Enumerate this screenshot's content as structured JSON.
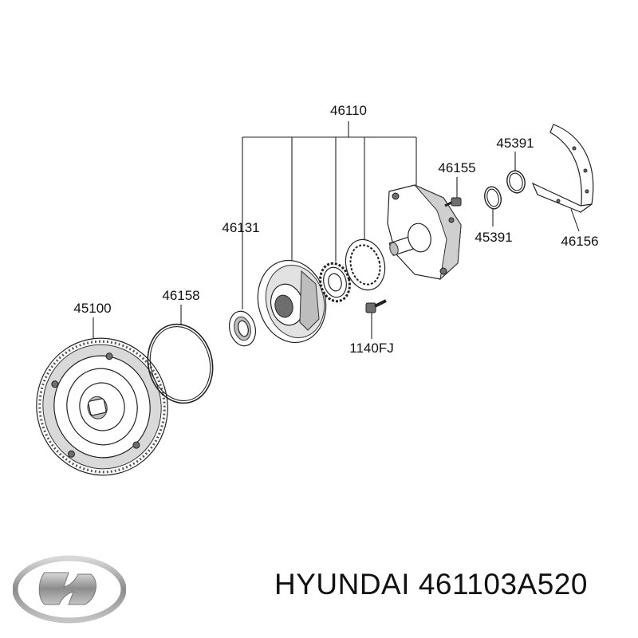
{
  "callouts": {
    "assembly": "46110",
    "pump_body": "46131",
    "bolt_plug": "46155",
    "seal_ring_top": "45391",
    "seal_ring_mid": "45391",
    "gasket": "46156",
    "o_ring": "46158",
    "converter": "45100",
    "bolt": "1140FJ"
  },
  "brand": {
    "name": "HYUNDAI",
    "part_number": "461103A520",
    "logo_icon": "hyundai-logo-icon"
  }
}
